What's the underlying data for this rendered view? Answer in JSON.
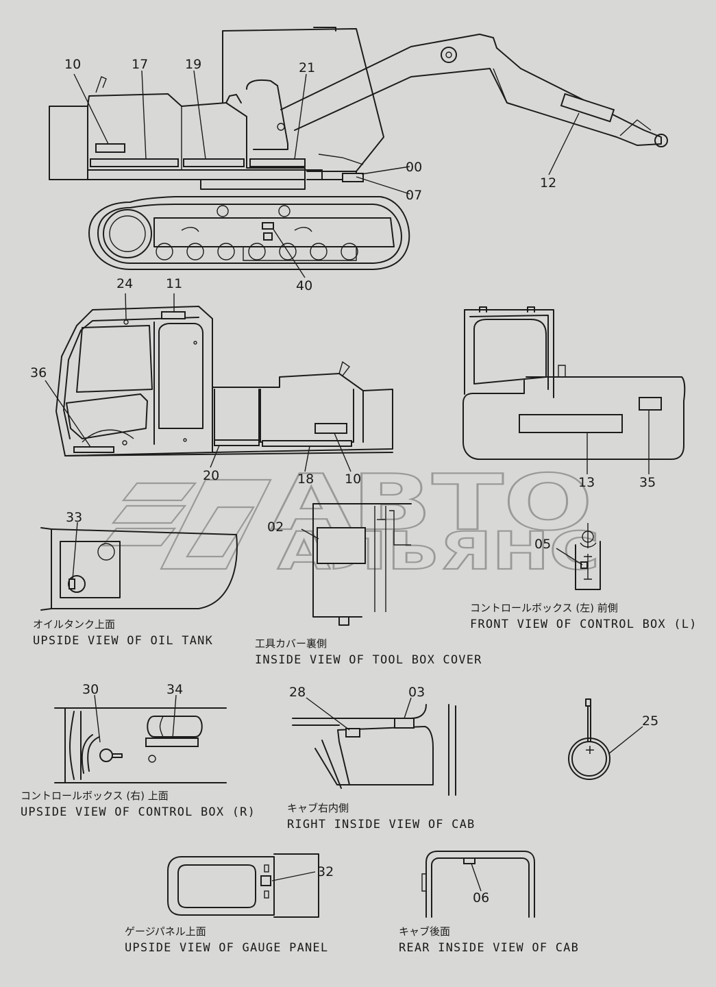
{
  "watermark": {
    "line1": "АВТО",
    "line2": "АЛЬЯНС"
  },
  "callouts": [
    "10",
    "17",
    "19",
    "21",
    "00",
    "07",
    "12",
    "40",
    "24",
    "11",
    "36",
    "20",
    "18",
    "10",
    "13",
    "35",
    "33",
    "02",
    "05",
    "30",
    "34",
    "28",
    "03",
    "25",
    "32",
    "06"
  ],
  "views": [
    {
      "jp": "オイルタンク上面",
      "en": "UPSIDE VIEW OF OIL TANK"
    },
    {
      "jp": "工具カバー裏側",
      "en": "INSIDE VIEW OF TOOL BOX COVER"
    },
    {
      "jp": "コントロールボックス (左) 前側",
      "en": "FRONT VIEW OF CONTROL BOX (L)"
    },
    {
      "jp": "コントロールボックス (右) 上面",
      "en": "UPSIDE VIEW OF CONTROL BOX (R)"
    },
    {
      "jp": "キャブ右内側",
      "en": "RIGHT INSIDE VIEW OF CAB"
    },
    {
      "jp": "ゲージパネル上面",
      "en": "UPSIDE VIEW OF GAUGE PANEL"
    },
    {
      "jp": "キャブ後面",
      "en": "REAR INSIDE VIEW OF CAB"
    }
  ],
  "colors": {
    "background": "#d8d8d6",
    "ink": "#1c1c1c",
    "watermark": "#9a9a98"
  }
}
